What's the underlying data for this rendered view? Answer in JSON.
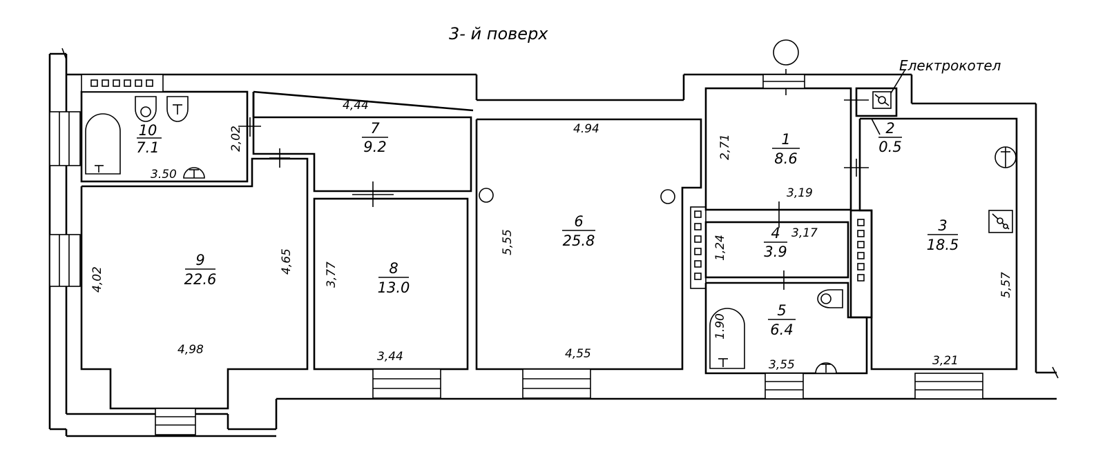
{
  "plan": {
    "title": "3- й поверх",
    "boiler_label": "Електрокотел",
    "rooms": [
      {
        "number": "1",
        "area": "8.6"
      },
      {
        "number": "2",
        "area": "0.5"
      },
      {
        "number": "3",
        "area": "18.5"
      },
      {
        "number": "4",
        "area": "3.9"
      },
      {
        "number": "5",
        "area": "6.4"
      },
      {
        "number": "6",
        "area": "25.8"
      },
      {
        "number": "7",
        "area": "9.2"
      },
      {
        "number": "8",
        "area": "13.0"
      },
      {
        "number": "9",
        "area": "22.6"
      },
      {
        "number": "10",
        "area": "7.1"
      }
    ],
    "dimensions": {
      "d_444": "4,44",
      "d_494": "4.94",
      "d_202": "2,02",
      "d_350": "3.50",
      "d_271": "2,71",
      "d_319": "3,19",
      "d_317": "3,17",
      "d_124": "1,24",
      "d_190": "1.90",
      "d_355": "3,55",
      "d_557": "5,57",
      "d_321": "3,21",
      "d_555": "5,55",
      "d_455": "4,55",
      "d_377": "3,77",
      "d_344": "3,44",
      "d_465": "4,65",
      "d_402": "4,02",
      "d_498": "4,98"
    }
  }
}
